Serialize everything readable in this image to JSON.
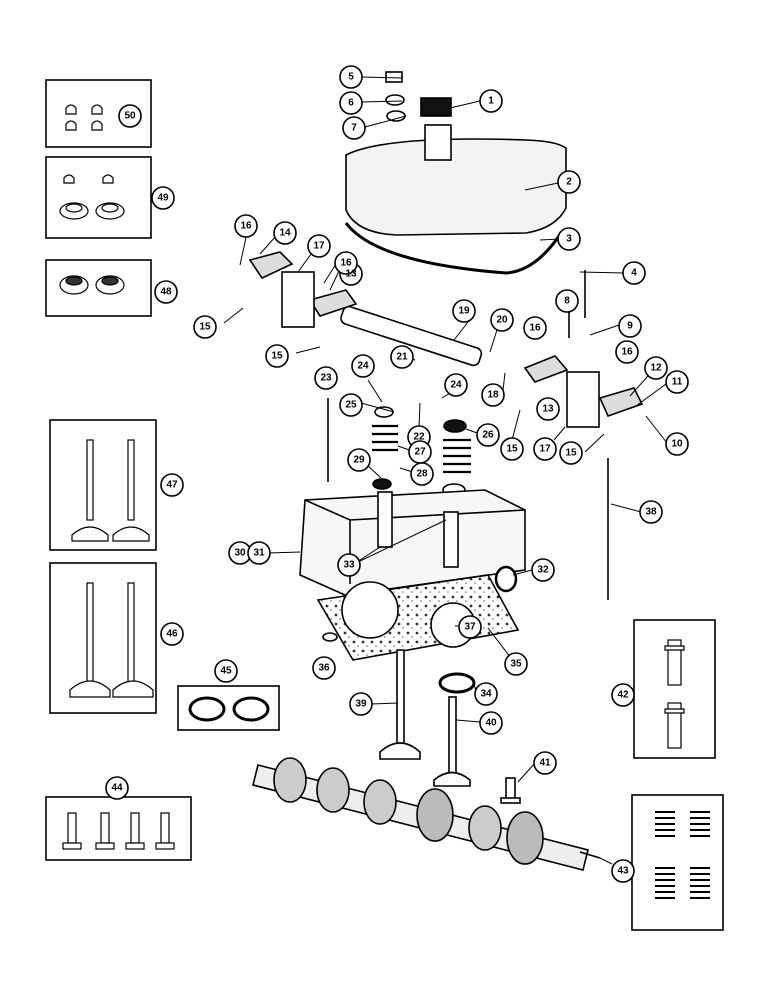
{
  "callouts": {
    "c1": "1",
    "c2": "2",
    "c3": "3",
    "c4": "4",
    "c5": "5",
    "c6": "6",
    "c7": "7",
    "c8": "8",
    "c9": "9",
    "c10": "10",
    "c11": "11",
    "c12": "12",
    "c13a": "13",
    "c13b": "13",
    "c14": "14",
    "c15a": "15",
    "c15b": "15",
    "c15c": "15",
    "c15d": "15",
    "c16a": "16",
    "c16b": "16",
    "c16c": "16",
    "c16d": "16",
    "c17a": "17",
    "c17b": "17",
    "c18": "18",
    "c19": "19",
    "c20": "20",
    "c21": "21",
    "c22": "22",
    "c23": "23",
    "c24a": "24",
    "c24b": "24",
    "c25": "25",
    "c26": "26",
    "c27": "27",
    "c28": "28",
    "c29": "29",
    "c30": "30",
    "c31": "31",
    "c32": "32",
    "c33": "33",
    "c34": "34",
    "c35": "35",
    "c36": "36",
    "c37": "37",
    "c38": "38",
    "c39": "39",
    "c40": "40",
    "c41": "41",
    "c42": "42",
    "c43": "43",
    "c44": "44",
    "c45": "45",
    "c46": "46",
    "c47": "47",
    "c48": "48",
    "c49": "49",
    "c50": "50"
  }
}
